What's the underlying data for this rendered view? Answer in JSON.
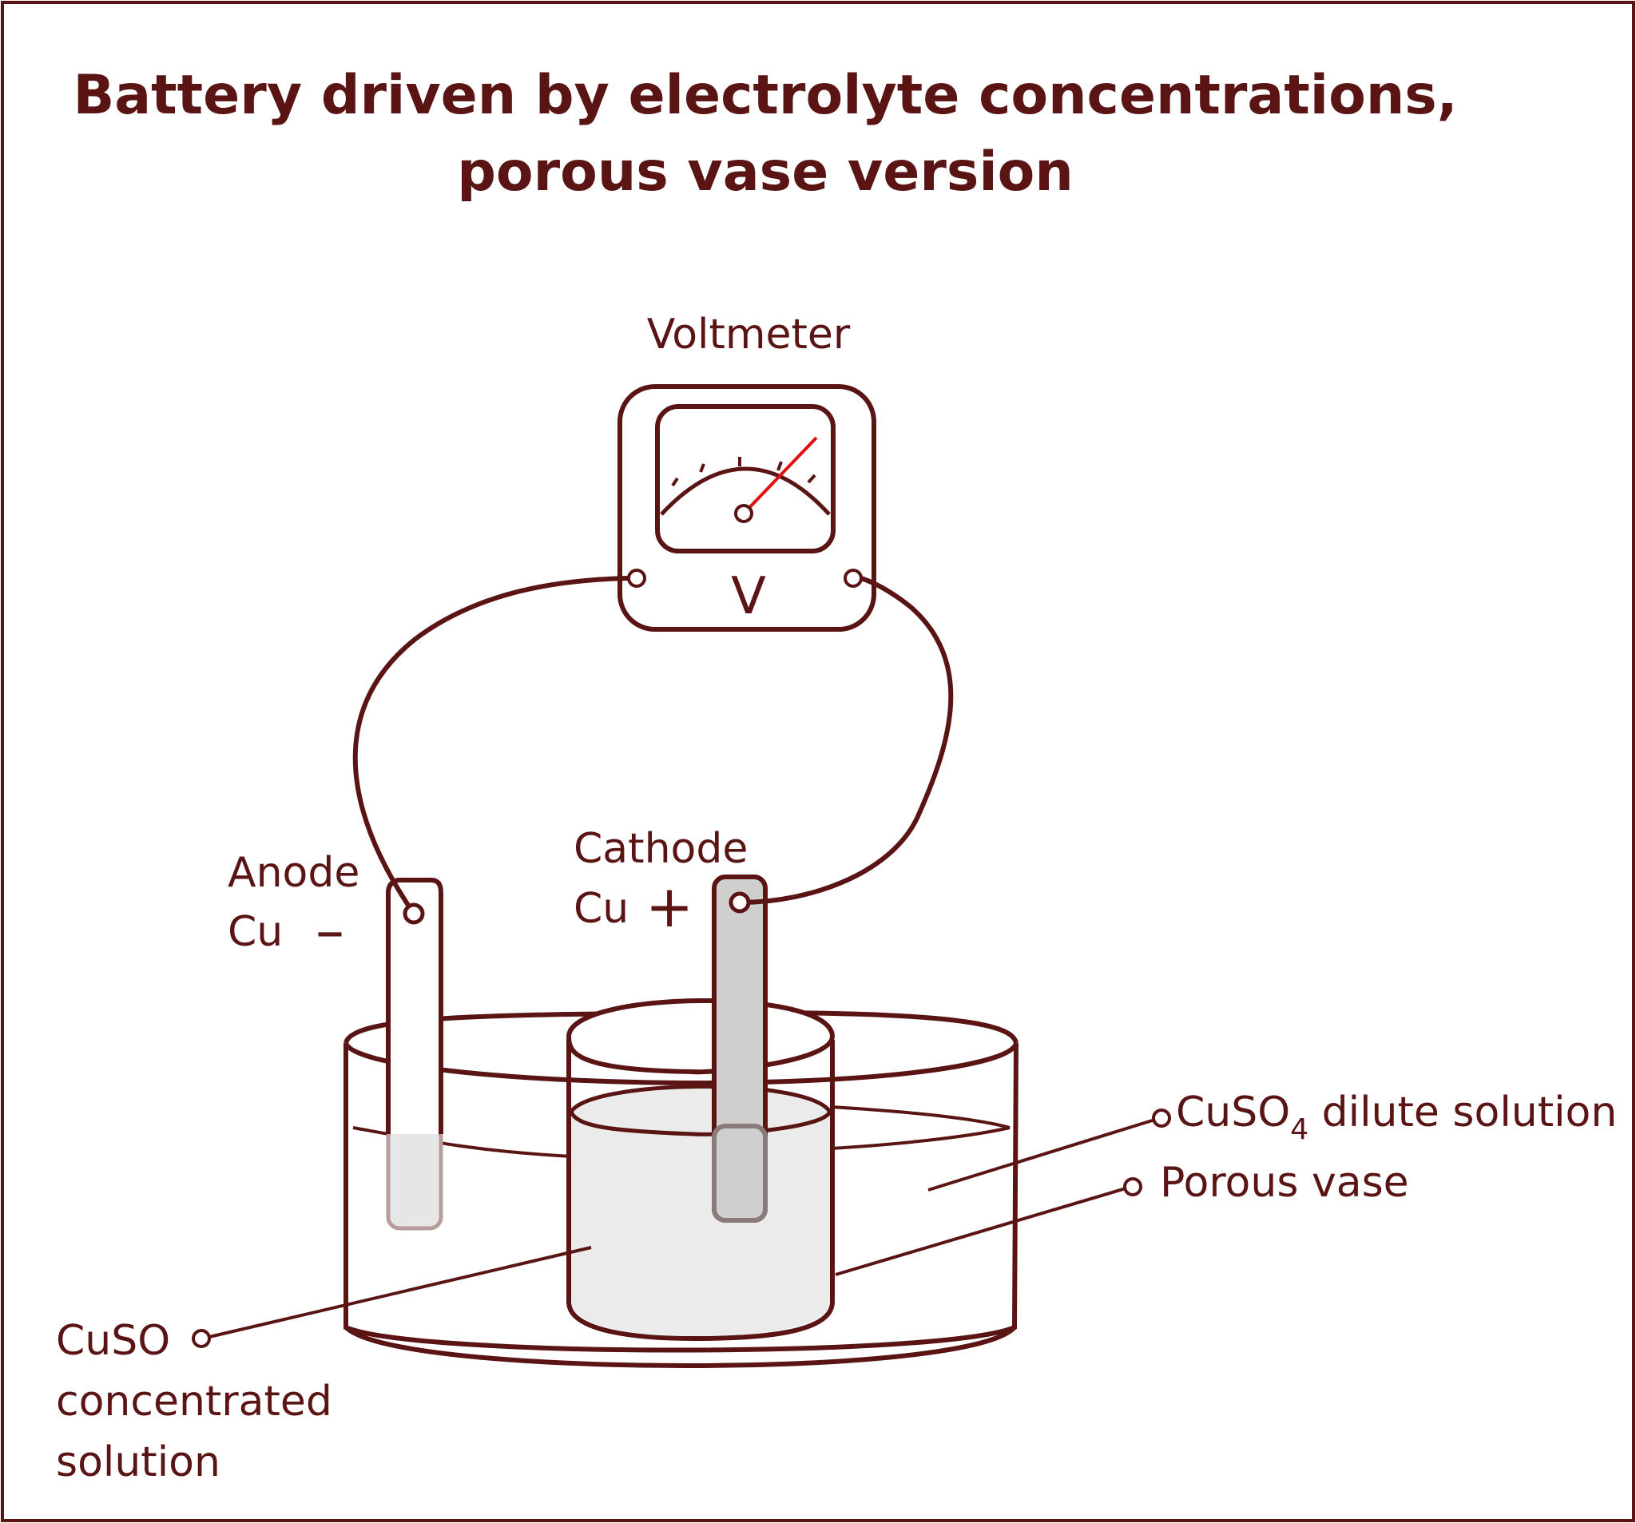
{
  "title": {
    "line1": "Battery driven by electrolyte concentrations,",
    "line2": "porous vase version"
  },
  "voltmeter": {
    "label": "Voltmeter",
    "unit": "V"
  },
  "anode": {
    "label": "Anode",
    "material": "Cu",
    "sign": "–"
  },
  "cathode": {
    "label": "Cathode",
    "material": "Cu",
    "sign": "+"
  },
  "callouts": {
    "dilute_main": "CuSO",
    "dilute_sub": "4",
    "dilute_rest": " dilute solution",
    "porous_vase": "Porous vase",
    "concentrated_line1": "CuSO",
    "concentrated_line2": "concentrated",
    "concentrated_line3": "solution"
  },
  "colors": {
    "stroke": "#5a1414",
    "needle": "#e01010",
    "electrode_cathode": "#cfcfcf",
    "electrode_anode": "#e6e6e6",
    "inner_solution": "#ebebeb"
  }
}
